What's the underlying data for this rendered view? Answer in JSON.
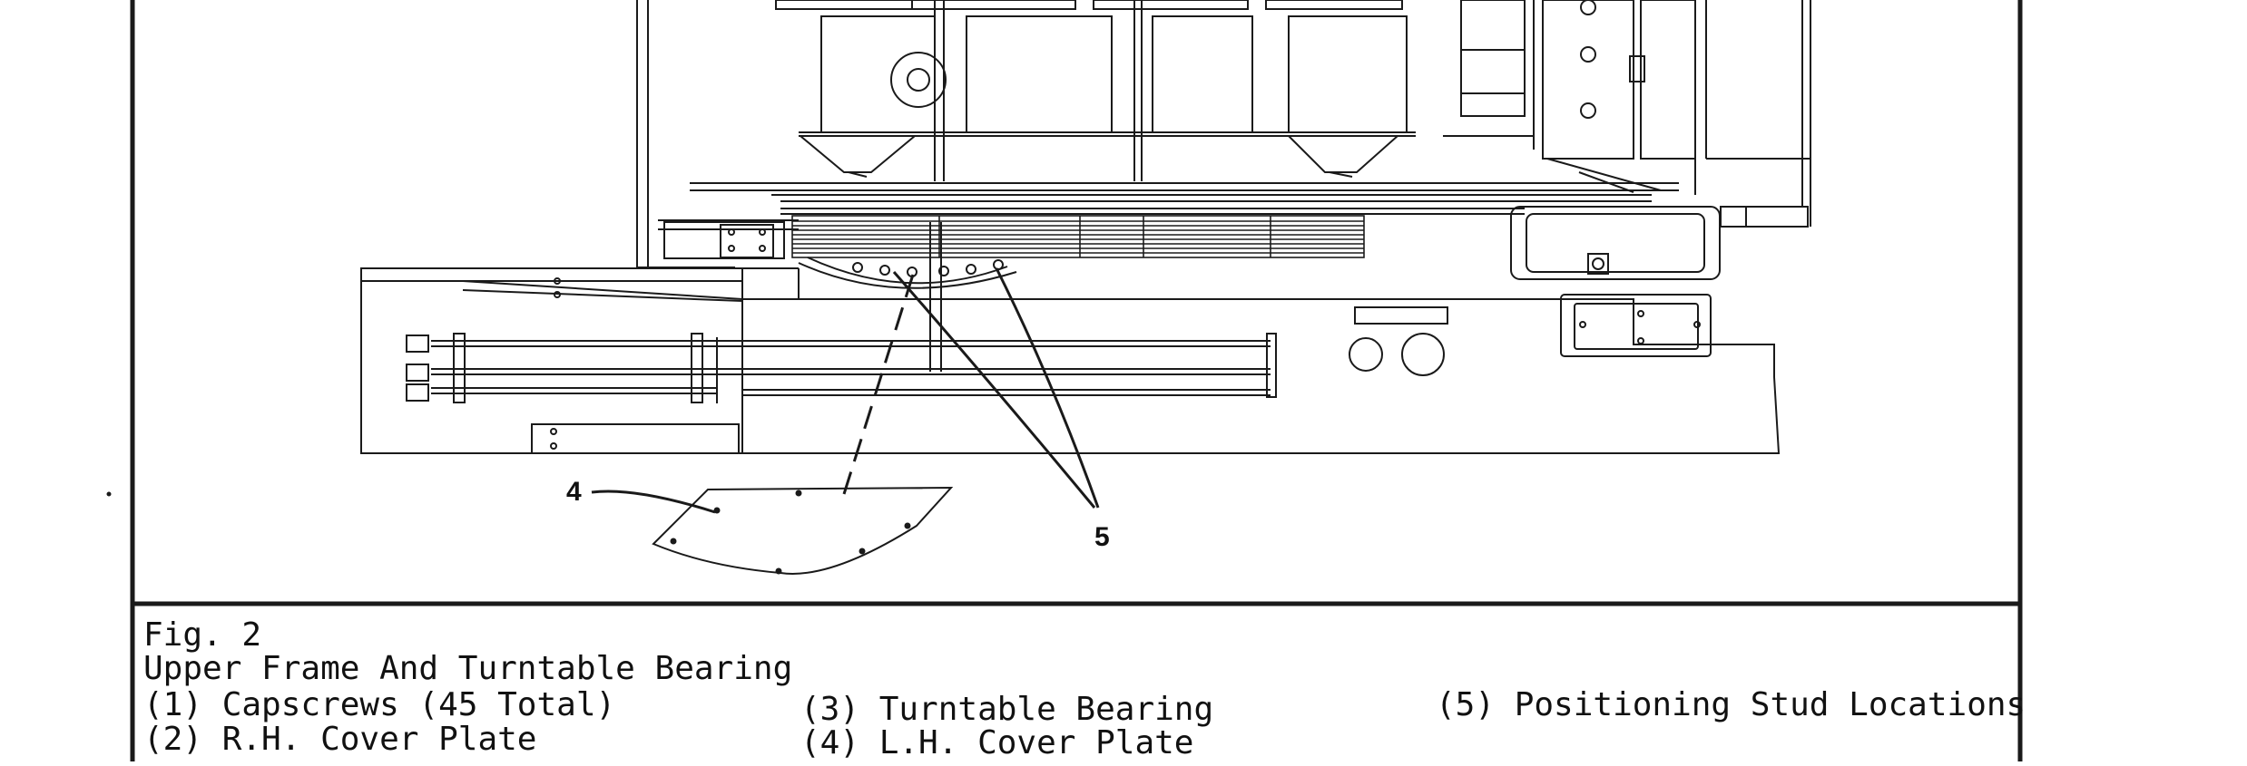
{
  "figure": {
    "callouts": {
      "c4": "4",
      "c5": "5"
    },
    "caption": {
      "fig_label": "Fig. 2",
      "title": "Upper Frame And Turntable Bearing",
      "legend": [
        "(1) Capscrews (45 Total)",
        "(2) R.H. Cover Plate",
        "(3) Turntable Bearing",
        "(4) L.H. Cover Plate",
        "(5) Positioning Stud Locations"
      ]
    }
  }
}
